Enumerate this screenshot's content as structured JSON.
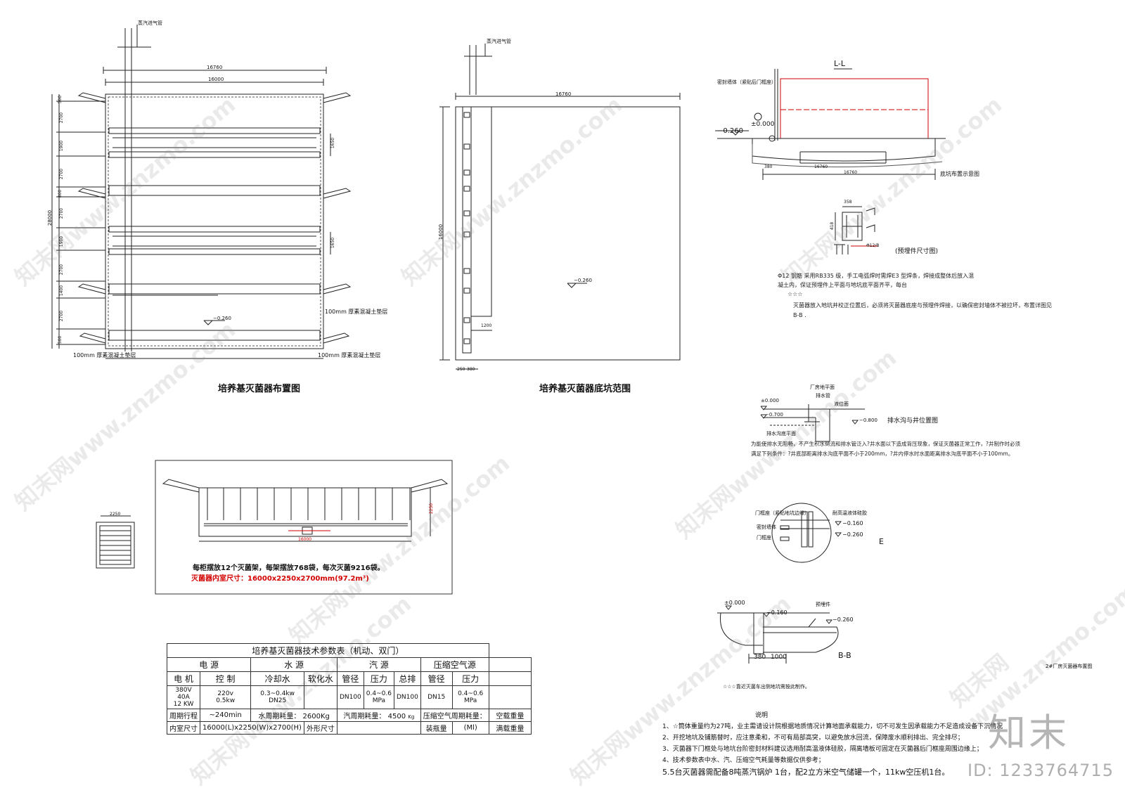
{
  "pipe_label": "蒸汽进气管",
  "layout_plan": {
    "title": "培养基灭菌器布置图",
    "dim_top_outer": "16760",
    "dim_top_inner": "16000",
    "dim_left_total": "28000",
    "dims_left": [
      "500",
      "2700",
      "1900",
      "2700",
      "800",
      "2700",
      "1900",
      "2700",
      "1400",
      "2700",
      "500"
    ],
    "dim_right_1": "1650",
    "dim_right_2": "1650",
    "level": "−0.260",
    "note_right": "100mm 厚素混凝土垫层",
    "note_bottom_left": "100mm 厚素混凝土垫层",
    "note_bottom_right": "100mm 厚素混凝土垫层"
  },
  "pit_plan": {
    "title": "培养基灭菌器底坑范围",
    "dim_top": "16760",
    "dim_left": "16000",
    "dim_bottom_a": "1200",
    "dim_bottom_b": "250",
    "dim_bottom_c": "380",
    "level": "−0.260"
  },
  "section_ll": {
    "title": "L-L",
    "wall_label": "密封墙体（紧贴后门框座）",
    "level_0": "±0.000",
    "level_neg": "−0.260",
    "dim_a": "380",
    "dim_b": "16760",
    "dim_c": "16760",
    "caption": "底坑布置示意图"
  },
  "embed_detail": {
    "caption": "(预埋件尺寸图)",
    "dim_a": "358",
    "dim_b": "418",
    "code": "Φ12/B"
  },
  "notes_mid": {
    "line1": "Φ12    钢筋  采用RB335  级，手工电弧焊时需焊E3  型焊条，焊接成整体后放入混",
    "line2": "凝土内，保证预埋件上平面与地坑底平面齐平，每台",
    "line3": "☆☆☆",
    "line4": "灭菌器放入地坑并校正位置后，必须将灭菌器底座与预埋件焊接，以确保密封墙体不被拉坏，布置详图见",
    "line5": "B-B  ."
  },
  "drain_detail": {
    "label_floor": "厂房地平面",
    "label_pipe": "排水管",
    "label_liquid": "液位面",
    "label_ditch_floor": "排水沟底平面",
    "level_0": "±0.000",
    "level_700": "−0.700",
    "level_800": "−0.800",
    "caption": "排水沟与井位置图",
    "text1": "为能使排水无阻畅，不产生积水倒流和排水管泛入?井水面以下造成背压现象，保证灭菌器正常工作，?井制作时必须",
    "text2": "满足下列条件：?井底部距离排水沟底平面不小于200mm，?井内停水时水面距离排水沟底平面不小于100mm。"
  },
  "detail_e": {
    "label_door": "门框座（紧贴地坑边缘）",
    "label_seal_glue": "耐高温液体硅胶",
    "label_seal": "密封墙体",
    "label_frame": "门框座",
    "level_160": "−0.160",
    "level_260": "−0.260",
    "caption": "E"
  },
  "section_bb": {
    "level_0": "±0.000",
    "level_160": "−0.160",
    "level_260": "−0.260",
    "label_embed": "预埋件",
    "dim_a": "380",
    "dim_b": "1000",
    "caption": "B-B",
    "caption_right": "2#厂房灭菌器布置图",
    "remark": "☆☆☆靠近灭菌车出侧地坑需按此制作。"
  },
  "elevation": {
    "dim_right": "2250",
    "dim_bottom": "16000",
    "text_black": "每柜摆放12个灭菌架，每架摆放768袋，每次灭菌9216袋。",
    "text_red": "灭菌器内室尺寸：16000x2250x2700mm(97.2m³)",
    "side_dim": "2250"
  },
  "tech_table": {
    "title": "培养基灭菌器技术参数表（机动、双门）",
    "groups": [
      "电    源",
      "水    源",
      "汽    源",
      "压缩空气源"
    ],
    "subheads": [
      "电 机",
      "控 制",
      "冷却水",
      "软化水",
      "管径",
      "压力",
      "总排",
      "管径",
      "压力"
    ],
    "r_motor": "380V 40A\n12 KW",
    "r_control": "220v\n0.5kw",
    "r_cool": "0.3~0.4kw\nDN25",
    "r_soft": "",
    "r_steam_pipe": "DN100",
    "r_steam_press": "0.4~0.6\nMPa",
    "r_drain": "DN100",
    "r_air_pipe": "DN15",
    "r_air_press": "0.4~0.6\nMPa",
    "cycle_label": "周期行程",
    "cycle_val": "~240min",
    "water_label": "水周期耗量：",
    "water_val": "2600Kg",
    "steam_label": "汽周期耗量：",
    "steam_val": "4500",
    "steam_unit": "Kg",
    "air_label": "压缩空气周期耗量：",
    "empty_weight": "空载重量",
    "room_label": "内室尺寸",
    "room_val": "16000(L)x2250(W)x2700(H)",
    "outer_label": "外形尺寸",
    "load_label": "装瓶量",
    "load_unit": "(Ml)",
    "full_weight": "满载重量"
  },
  "notes_bottom": {
    "heading": "说明",
    "n1": "1、☆筒体重量约为27吨，业主需请设计院根据地质情况计算地面承载能力，切不可发生因承载能力不足造成设备下沉情况",
    "n2": "2、开挖地坑及铺筋替时，应注意柔和，不可有局部高突，以避免放水回流，保障废水顺利排出、完全排尽；",
    "n3": "3、灭菌器下门框处与地坑台阶密封材料建议选用耐高温液体硅胶，隔离墙板可固定在灭菌器后门框座周围边缘上；",
    "n4": "4、技术参数表中水、汽、压缩空气耗量等数据仅供参考；",
    "n5": "5.5台灭菌器需配备8吨蒸汽锅炉 1台，配2立方米空气储罐一个，11kw空压机1台。"
  },
  "watermark": {
    "text": "知末网www.znzmo.com",
    "brand": "知末",
    "id": "ID: 1233764715"
  }
}
